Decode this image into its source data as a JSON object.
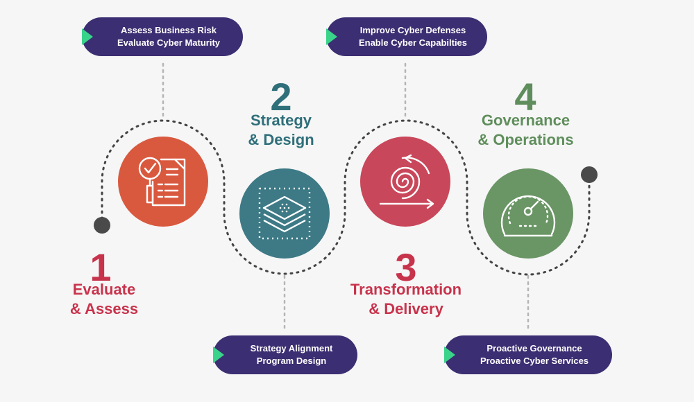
{
  "steps": [
    {
      "number": "1",
      "title_line1": "Evaluate",
      "title_line2": "& Assess",
      "color": "#c8334c",
      "circle_color": "#d9593f",
      "icon": "magnifier-document-checklist-icon",
      "pill_line1": "Assess Business Risk",
      "pill_line2": "Evaluate Cyber Maturity"
    },
    {
      "number": "2",
      "title_line1": "Strategy",
      "title_line2": "& Design",
      "color": "#2f6f7a",
      "circle_color": "#3d7a86",
      "icon": "layers-icon",
      "pill_line1": "Strategy Alignment",
      "pill_line2": "Program Design"
    },
    {
      "number": "3",
      "title_line1": "Transformation",
      "title_line2": "& Delivery",
      "color": "#c8334c",
      "circle_color": "#c9475a",
      "icon": "spiral-arrow-icon",
      "pill_line1": "Improve Cyber Defenses",
      "pill_line2": "Enable Cyber Capabilties"
    },
    {
      "number": "4",
      "title_line1": "Governance",
      "title_line2": "& Operations",
      "color": "#5f8e5c",
      "circle_color": "#6a9565",
      "icon": "speedometer-gauge-icon",
      "pill_line1": "Proactive Governance",
      "pill_line2": "Proactive Cyber Services"
    }
  ],
  "colors": {
    "background": "#f6f6f6",
    "pill": "#3c2e72",
    "pill_marker": "#3ad38a",
    "path_dots": "#444444",
    "connector": "#b5b5b5",
    "endpoint": "#4a4a4a"
  }
}
